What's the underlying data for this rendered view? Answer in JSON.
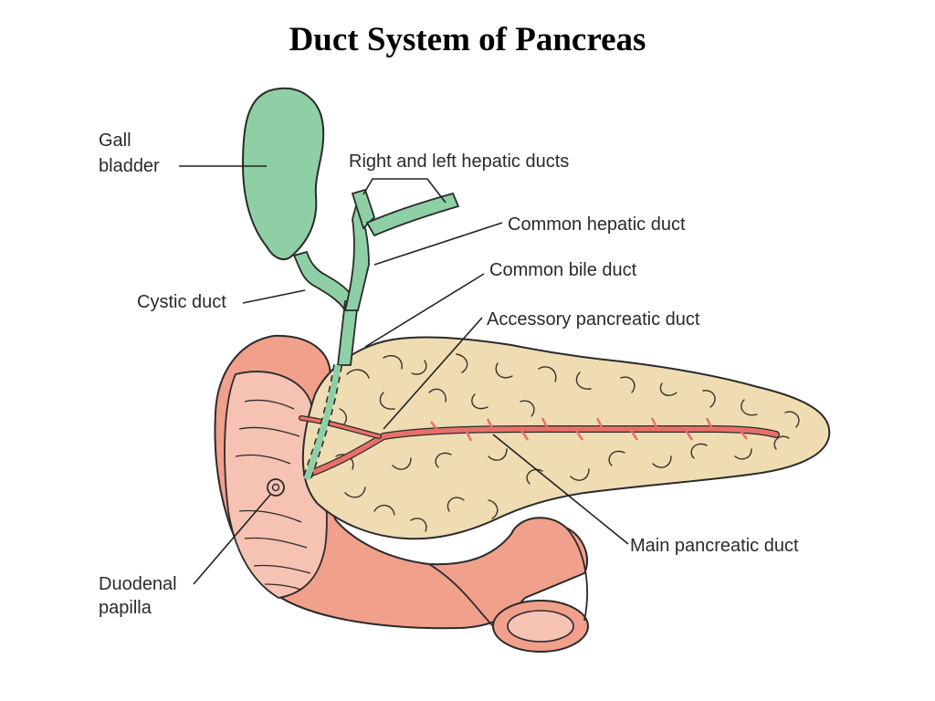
{
  "title": "Duct System of Pancreas",
  "labels": {
    "gall_bladder_1": "Gall",
    "gall_bladder_2": "bladder",
    "hepatic_ducts": "Right and left hepatic ducts",
    "common_hepatic": "Common hepatic duct",
    "common_bile": "Common bile duct",
    "cystic": "Cystic duct",
    "accessory_pancreatic": "Accessory pancreatic duct",
    "main_pancreatic": "Main pancreatic duct",
    "duodenal_1": "Duodenal",
    "duodenal_2": "papilla"
  },
  "colors": {
    "bile_green": "#8fcfa6",
    "pancreas_fill": "#efdcb3",
    "duodenum_fill": "#f1a08c",
    "duodenum_inner": "#f6c2b3",
    "duct_red": "#e8706a",
    "outline": "#2a2a2a"
  }
}
